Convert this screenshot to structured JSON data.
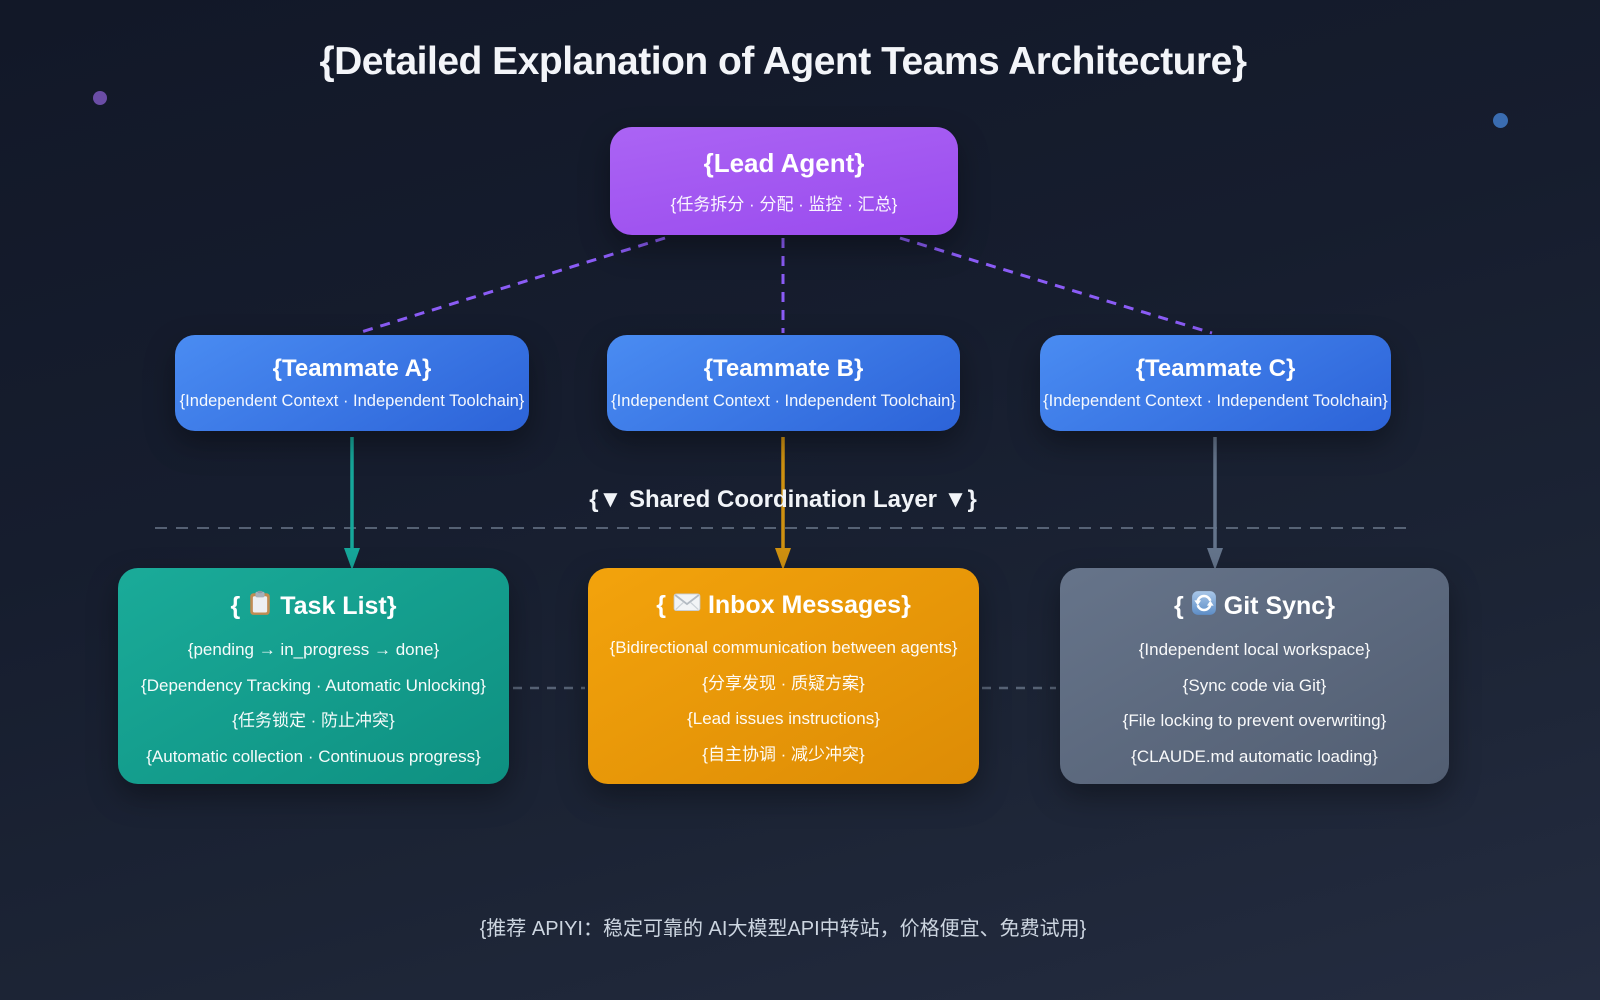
{
  "title": "{Detailed Explanation of Agent Teams Architecture}",
  "lead_agent": {
    "title": "{Lead Agent}",
    "subtitle": "{任务拆分 · 分配 · 监控 · 汇总}"
  },
  "teammates": [
    {
      "title": "{Teammate A}",
      "subtitle": "{Independent Context · Independent Toolchain}"
    },
    {
      "title": "{Teammate B}",
      "subtitle": "{Independent Context · Independent Toolchain}"
    },
    {
      "title": "{Teammate C}",
      "subtitle": "{Independent Context · Independent Toolchain}"
    }
  ],
  "coordination": {
    "label": "{▼ Shared Coordination Layer ▼}"
  },
  "boxes": [
    {
      "icon": "📋",
      "icon_name": "clipboard-icon",
      "title_open": "{",
      "title_text": " Task List}",
      "lines": [
        "{pending → in_progress → done}",
        "{Dependency Tracking · Automatic Unlocking}",
        "{任务锁定 · 防止冲突}",
        "{Automatic collection · Continuous progress}"
      ]
    },
    {
      "icon": "✉️",
      "icon_name": "envelope-icon",
      "title_open": "{",
      "title_text": " Inbox Messages}",
      "lines": [
        "{Bidirectional communication between agents}",
        "{分享发现 · 质疑方案}",
        "{Lead issues instructions}",
        "{自主协调 · 减少冲突}"
      ]
    },
    {
      "icon": "🔄",
      "icon_name": "sync-icon",
      "title_open": "{",
      "title_text": " Git Sync}",
      "lines": [
        "{Independent local workspace}",
        "{Sync code via Git}",
        "{File locking to prevent overwriting}",
        "{CLAUDE.md automatic loading}"
      ]
    }
  ],
  "footer": "{推荐 APIYI：稳定可靠的 AI大模型API中转站，价格便宜、免费试用}",
  "colors": {
    "background_top": "#131928",
    "background_bottom": "#242c40",
    "lead_purple": "#a55bf2",
    "teammate_blue": "#3b82f6",
    "task_teal": "#14a393",
    "inbox_orange": "#ec9a0a",
    "git_gray": "#64748b",
    "connector_purple": "#8b5cf6",
    "arrow_teal": "#16a79a",
    "arrow_orange": "#cf9110",
    "arrow_gray": "#64748b",
    "dashed_separator": "#8b97a8"
  }
}
